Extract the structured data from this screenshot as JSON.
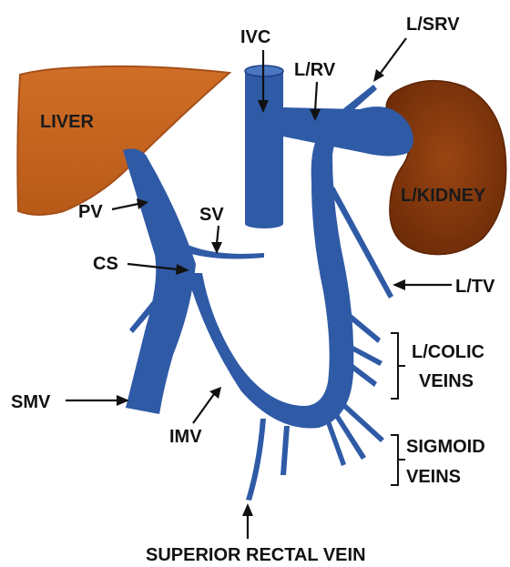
{
  "colors": {
    "vein": "#2f5aa6",
    "vein_outline": "#1f3f82",
    "liver": "#c8641e",
    "liver_outline": "#a5501a",
    "kidney": "#8b3a0d",
    "text": "#111111"
  },
  "labels": {
    "ivc": "IVC",
    "lsrv": "L/SRV",
    "lrv": "L/RV",
    "liver": "LIVER",
    "kidney": "L/KIDNEY",
    "pv": "PV",
    "sv": "SV",
    "cs": "CS",
    "ltv": "L/TV",
    "lcolic_line1": "L/COLIC",
    "lcolic_line2": "VEINS",
    "smv": "SMV",
    "imv": "IMV",
    "sigmoid_line1": "SIGMOID",
    "sigmoid_line2": "VEINS",
    "superior_rectal": "SUPERIOR RECTAL VEIN"
  }
}
